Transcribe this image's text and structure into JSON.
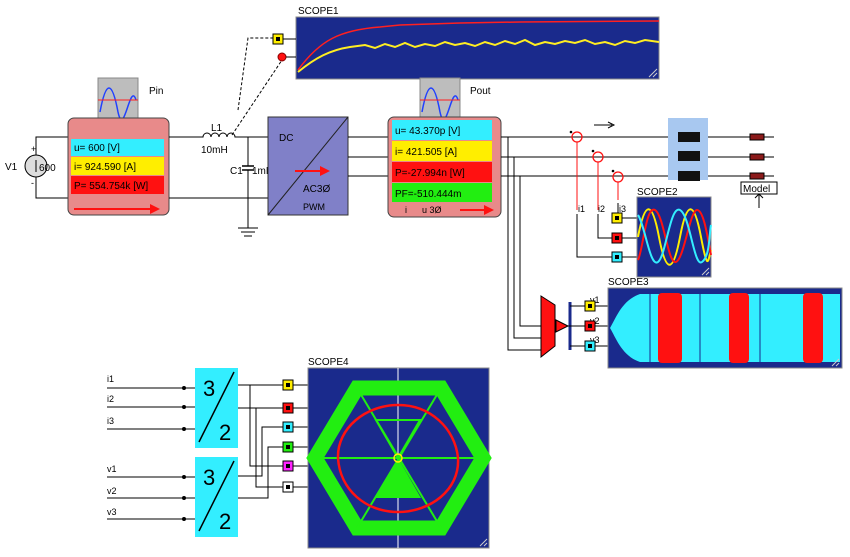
{
  "scopes": {
    "scope1": "SCOPE1",
    "scope2": "SCOPE2",
    "scope3": "SCOPE3",
    "scope4": "SCOPE4"
  },
  "source": {
    "name": "V1",
    "value": "600",
    "plus": "+",
    "minus": "-"
  },
  "meter_in": {
    "label": "Pin",
    "u": "u= 600 [V]",
    "i": "i= 924.590 [A]",
    "p": "P= 554.754k [W]"
  },
  "meter_out": {
    "label": "Pout",
    "u": "u= 43.370p [V]",
    "i": "i= 421.505 [A]",
    "p": "P=-27.994n [W]",
    "pf": "PF=-510.444m",
    "foot_i": "i",
    "foot_u": "u 3Ø"
  },
  "inductor": {
    "name": "L1",
    "value": "10mH"
  },
  "capacitor": {
    "name": "C1",
    "value": "1mF"
  },
  "inverter": {
    "dc": "DC",
    "ac": "AC3Ø",
    "pwm": "PWM"
  },
  "probes": {
    "i1": "i1",
    "i2": "i2",
    "i3": "i3"
  },
  "v_labels": {
    "v1": "v1",
    "v2": "v2",
    "v3": "v3"
  },
  "model_label": "Model",
  "transform": {
    "top": "3",
    "bottom": "2",
    "in_currents": [
      "i1",
      "i2",
      "i3"
    ],
    "in_voltages": [
      "v1",
      "v2",
      "v3"
    ]
  },
  "colors": {
    "scope_bg": "#1a2a8c",
    "meter_in_bg": "#e88a8a",
    "meter_out_bg": "#e88a8a",
    "cyan": "#33eeff",
    "yellow": "#ffee00",
    "red": "#ff1111",
    "green": "#22ee11",
    "inverter": "#8080c8"
  }
}
